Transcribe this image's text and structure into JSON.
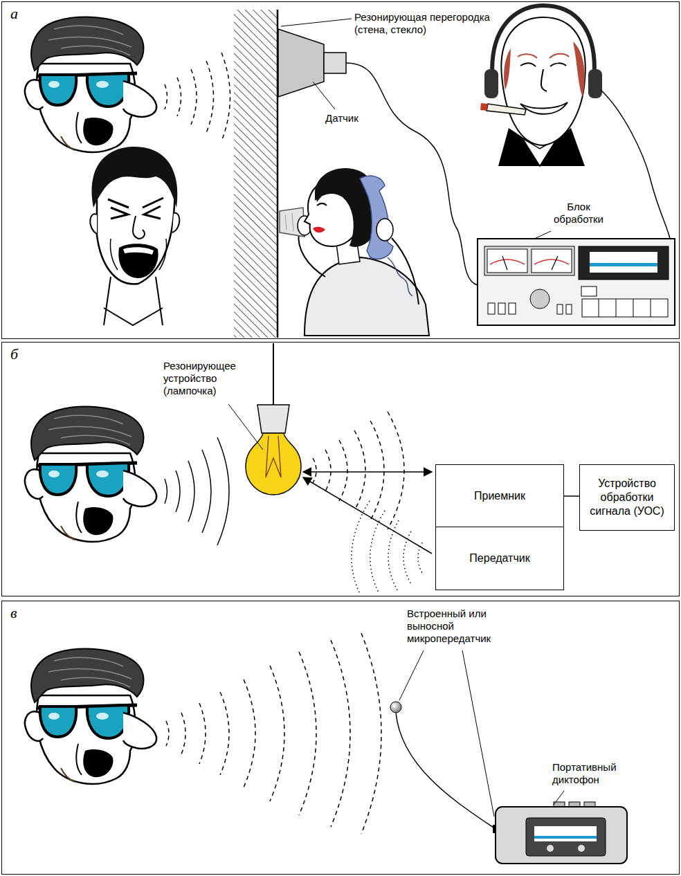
{
  "diagram": {
    "nodes": [
      {
        "text": [
          "а"
        ]
      },
      {
        "text": [
          "б"
        ]
      },
      {
        "text": [
          "Приемник"
        ],
        "in": 1
      },
      {
        "text": [
          "Передатчик"
        ],
        "in": 1
      },
      {
        "text": [
          "Устройство обработки сигнала (УОС)"
        ],
        "in": 1
      },
      {
        "text": [
          "в"
        ]
      }
    ],
    "edges": [
      {
        "from": 2,
        "to": 4,
        "arrow": "none"
      }
    ],
    "labels": [
      "Резонирующая перегородка (стена, стекло)",
      "Датчик",
      "Блок обработки",
      "Резонирующее устройство (лампочка)",
      "Встроенный или выносной микропередатчик",
      "Портативный диктофон"
    ]
  }
}
